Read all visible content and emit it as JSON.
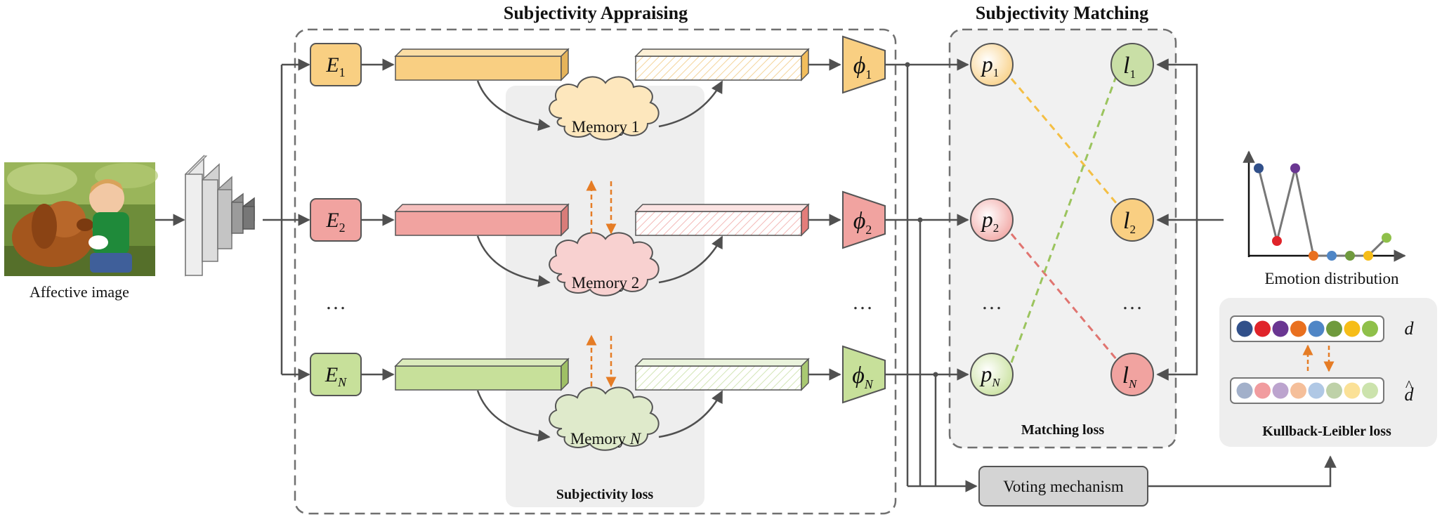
{
  "titles": {
    "appraising": "Subjectivity Appraising",
    "matching": "Subjectivity Matching"
  },
  "input": {
    "label": "Affective image"
  },
  "encoders": [
    {
      "main": "E",
      "sub": "1",
      "color": "#f9cf82",
      "stroke": "#d9a23c"
    },
    {
      "main": "E",
      "sub": "2",
      "color": "#f1a3a0",
      "stroke": "#c76d6a"
    },
    {
      "main": "E",
      "sub": "N",
      "color": "#c7e09a",
      "stroke": "#8fb45a"
    }
  ],
  "memories": [
    {
      "prefix": "Memory ",
      "index": "1",
      "italic": false,
      "color": "#fde7bd"
    },
    {
      "prefix": "Memory ",
      "index": "2",
      "italic": false,
      "color": "#f8d1d0"
    },
    {
      "prefix": "Memory ",
      "index": "N",
      "italic": true,
      "color": "#dfeacb"
    }
  ],
  "heads": [
    {
      "main": "ϕ",
      "sub": "1"
    },
    {
      "main": "ϕ",
      "sub": "2"
    },
    {
      "main": "ϕ",
      "sub": "N"
    }
  ],
  "predictions": [
    {
      "main": "p",
      "sub": "1"
    },
    {
      "main": "p",
      "sub": "2"
    },
    {
      "main": "p",
      "sub": "N"
    }
  ],
  "labels": [
    {
      "main": "l",
      "sub": "1",
      "color": "#c9dfa6"
    },
    {
      "main": "l",
      "sub": "2",
      "color": "#f9cf82"
    },
    {
      "main": "l",
      "sub": "N",
      "color": "#f1a3a0"
    }
  ],
  "ellipsis": "…",
  "losses": {
    "subjectivity": "Subjectivity loss",
    "matching": "Matching loss",
    "kl": "Kullback-Leibler loss"
  },
  "voting": "Voting mechanism",
  "emotion": {
    "label": "Emotion distribution",
    "points": [
      0.83,
      0.14,
      0.83,
      0.0,
      0.0,
      0.0,
      0.0,
      0.17
    ],
    "colors": [
      "#31508a",
      "#e0242a",
      "#6a3692",
      "#e9701f",
      "#4f86c6",
      "#6f9a3d",
      "#f6bd18",
      "#8fc04a"
    ]
  },
  "kl_vectors": {
    "d_label": "d",
    "d_hat_label": "d",
    "d_hat_accent": "^"
  }
}
